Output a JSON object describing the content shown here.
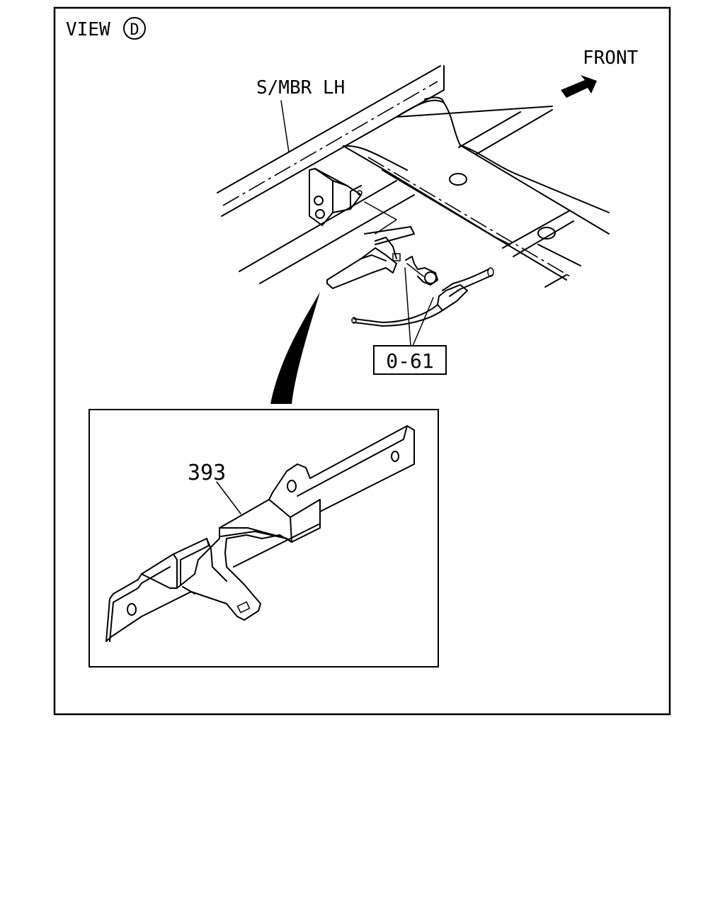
{
  "view": {
    "prefix": "VIEW",
    "letter": "D"
  },
  "direction": {
    "label": "FRONT"
  },
  "labels": {
    "member": "S/MBR LH",
    "ref_part": "0-61",
    "part_number": "393"
  }
}
